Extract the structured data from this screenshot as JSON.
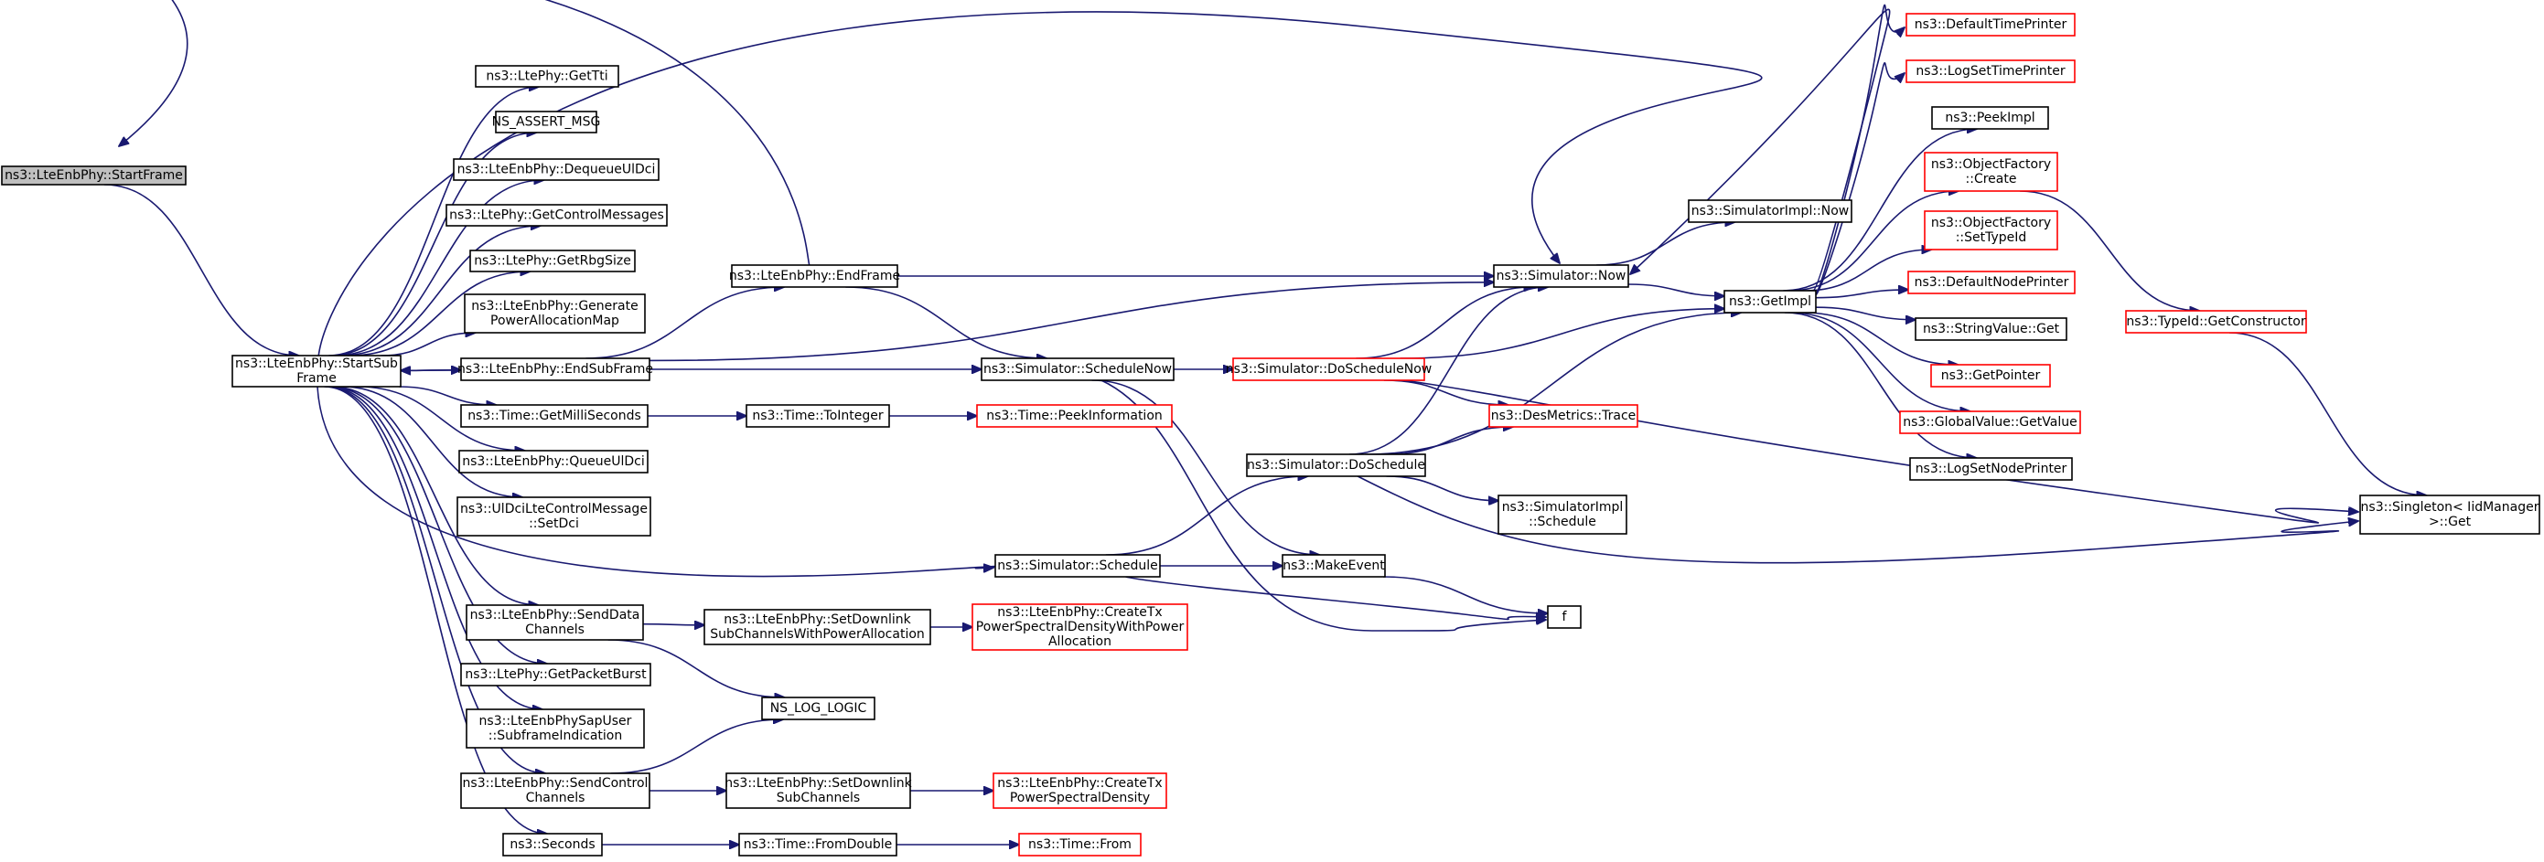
{
  "colors": {
    "edge": "#191970",
    "node_border": "#000000",
    "external_border": "#ff0000",
    "root_fill": "#bfbfbf"
  },
  "nodes": [
    {
      "id": "start_frame",
      "lines": [
        "ns3::LteEnbPhy::StartFrame"
      ],
      "style": "root"
    },
    {
      "id": "start_sub_frame",
      "lines": [
        "ns3::LteEnbPhy::StartSub",
        "Frame"
      ],
      "style": "normal"
    },
    {
      "id": "get_tti",
      "lines": [
        "ns3::LtePhy::GetTti"
      ],
      "style": "normal"
    },
    {
      "id": "ns_assert_msg",
      "lines": [
        "NS_ASSERT_MSG"
      ],
      "style": "normal"
    },
    {
      "id": "dequeue_ul_dci",
      "lines": [
        "ns3::LteEnbPhy::DequeueUlDci"
      ],
      "style": "normal"
    },
    {
      "id": "get_control_messages",
      "lines": [
        "ns3::LtePhy::GetControlMessages"
      ],
      "style": "normal"
    },
    {
      "id": "get_rbg_size",
      "lines": [
        "ns3::LtePhy::GetRbgSize"
      ],
      "style": "normal"
    },
    {
      "id": "generate_power_map",
      "lines": [
        "ns3::LteEnbPhy::Generate",
        "PowerAllocationMap"
      ],
      "style": "normal"
    },
    {
      "id": "end_sub_frame",
      "lines": [
        "ns3::LteEnbPhy::EndSubFrame"
      ],
      "style": "normal"
    },
    {
      "id": "get_milli_seconds",
      "lines": [
        "ns3::Time::GetMilliSeconds"
      ],
      "style": "normal"
    },
    {
      "id": "queue_ul_dci",
      "lines": [
        "ns3::LteEnbPhy::QueueUlDci"
      ],
      "style": "normal"
    },
    {
      "id": "set_dci",
      "lines": [
        "ns3::UlDciLteControlMessage",
        "::SetDci"
      ],
      "style": "normal"
    },
    {
      "id": "send_data_channels",
      "lines": [
        "ns3::LteEnbPhy::SendData",
        "Channels"
      ],
      "style": "normal"
    },
    {
      "id": "get_packet_burst",
      "lines": [
        "ns3::LtePhy::GetPacketBurst"
      ],
      "style": "normal"
    },
    {
      "id": "subframe_indication",
      "lines": [
        "ns3::LteEnbPhySapUser",
        "::SubframeIndication"
      ],
      "style": "normal"
    },
    {
      "id": "send_control_channels",
      "lines": [
        "ns3::LteEnbPhy::SendControl",
        "Channels"
      ],
      "style": "normal"
    },
    {
      "id": "seconds",
      "lines": [
        "ns3::Seconds"
      ],
      "style": "normal"
    },
    {
      "id": "end_frame",
      "lines": [
        "ns3::LteEnbPhy::EndFrame"
      ],
      "style": "normal"
    },
    {
      "id": "to_integer",
      "lines": [
        "ns3::Time::ToInteger"
      ],
      "style": "normal"
    },
    {
      "id": "set_downlink_power",
      "lines": [
        "ns3::LteEnbPhy::SetDownlink",
        "SubChannelsWithPowerAllocation"
      ],
      "style": "normal"
    },
    {
      "id": "ns_log_logic",
      "lines": [
        "NS_LOG_LOGIC"
      ],
      "style": "normal"
    },
    {
      "id": "set_downlink",
      "lines": [
        "ns3::LteEnbPhy::SetDownlink",
        "SubChannels"
      ],
      "style": "normal"
    },
    {
      "id": "from_double",
      "lines": [
        "ns3::Time::FromDouble"
      ],
      "style": "normal"
    },
    {
      "id": "schedule_now",
      "lines": [
        "ns3::Simulator::ScheduleNow"
      ],
      "style": "normal"
    },
    {
      "id": "schedule",
      "lines": [
        "ns3::Simulator::Schedule"
      ],
      "style": "normal"
    },
    {
      "id": "peek_information",
      "lines": [
        "ns3::Time::PeekInformation"
      ],
      "style": "external"
    },
    {
      "id": "create_tx_psd_power",
      "lines": [
        "ns3::LteEnbPhy::CreateTx",
        "PowerSpectralDensityWithPower",
        "Allocation"
      ],
      "style": "external"
    },
    {
      "id": "create_tx_psd",
      "lines": [
        "ns3::LteEnbPhy::CreateTx",
        "PowerSpectralDensity"
      ],
      "style": "external"
    },
    {
      "id": "time_from",
      "lines": [
        "ns3::Time::From"
      ],
      "style": "external"
    },
    {
      "id": "do_schedule_now",
      "lines": [
        "ns3::Simulator::DoScheduleNow"
      ],
      "style": "external"
    },
    {
      "id": "do_schedule",
      "lines": [
        "ns3::Simulator::DoSchedule"
      ],
      "style": "normal"
    },
    {
      "id": "make_event",
      "lines": [
        "ns3::MakeEvent"
      ],
      "style": "normal"
    },
    {
      "id": "simulator_now",
      "lines": [
        "ns3::Simulator::Now"
      ],
      "style": "normal"
    },
    {
      "id": "des_metrics_trace",
      "lines": [
        "ns3::DesMetrics::Trace"
      ],
      "style": "external"
    },
    {
      "id": "impl_schedule",
      "lines": [
        "ns3::SimulatorImpl",
        "::Schedule"
      ],
      "style": "normal"
    },
    {
      "id": "f",
      "lines": [
        "f"
      ],
      "style": "normal"
    },
    {
      "id": "impl_now",
      "lines": [
        "ns3::SimulatorImpl::Now"
      ],
      "style": "normal"
    },
    {
      "id": "get_impl",
      "lines": [
        "ns3::GetImpl"
      ],
      "style": "normal"
    },
    {
      "id": "default_time_printer",
      "lines": [
        "ns3::DefaultTimePrinter"
      ],
      "style": "external"
    },
    {
      "id": "log_set_time_printer",
      "lines": [
        "ns3::LogSetTimePrinter"
      ],
      "style": "external"
    },
    {
      "id": "peek_impl",
      "lines": [
        "ns3::PeekImpl"
      ],
      "style": "normal"
    },
    {
      "id": "object_factory_create",
      "lines": [
        "ns3::ObjectFactory",
        "::Create"
      ],
      "style": "external"
    },
    {
      "id": "object_factory_set_type_id",
      "lines": [
        "ns3::ObjectFactory",
        "::SetTypeId"
      ],
      "style": "external"
    },
    {
      "id": "default_node_printer",
      "lines": [
        "ns3::DefaultNodePrinter"
      ],
      "style": "external"
    },
    {
      "id": "string_value_get",
      "lines": [
        "ns3::StringValue::Get"
      ],
      "style": "normal"
    },
    {
      "id": "get_pointer",
      "lines": [
        "ns3::GetPointer"
      ],
      "style": "external"
    },
    {
      "id": "global_value_get_value",
      "lines": [
        "ns3::GlobalValue::GetValue"
      ],
      "style": "external"
    },
    {
      "id": "log_set_node_printer",
      "lines": [
        "ns3::LogSetNodePrinter"
      ],
      "style": "normal"
    },
    {
      "id": "get_constructor",
      "lines": [
        "ns3::TypeId::GetConstructor"
      ],
      "style": "external"
    },
    {
      "id": "singleton_get",
      "lines": [
        "ns3::Singleton< IidManager",
        ">::Get"
      ],
      "style": "normal"
    }
  ],
  "edges": [
    [
      "start_frame",
      "start_sub_frame"
    ],
    [
      "start_sub_frame",
      "get_tti"
    ],
    [
      "start_sub_frame",
      "ns_assert_msg"
    ],
    [
      "start_sub_frame",
      "dequeue_ul_dci"
    ],
    [
      "start_sub_frame",
      "get_control_messages"
    ],
    [
      "start_sub_frame",
      "get_rbg_size"
    ],
    [
      "start_sub_frame",
      "generate_power_map"
    ],
    [
      "start_sub_frame",
      "end_sub_frame"
    ],
    [
      "start_sub_frame",
      "get_milli_seconds"
    ],
    [
      "start_sub_frame",
      "queue_ul_dci"
    ],
    [
      "start_sub_frame",
      "set_dci"
    ],
    [
      "start_sub_frame",
      "send_data_channels"
    ],
    [
      "start_sub_frame",
      "get_packet_burst"
    ],
    [
      "start_sub_frame",
      "subframe_indication"
    ],
    [
      "start_sub_frame",
      "send_control_channels"
    ],
    [
      "start_sub_frame",
      "seconds"
    ],
    [
      "start_sub_frame",
      "schedule"
    ],
    [
      "start_sub_frame",
      "simulator_now"
    ],
    [
      "end_sub_frame",
      "start_sub_frame"
    ],
    [
      "end_sub_frame",
      "end_frame"
    ],
    [
      "end_sub_frame",
      "schedule_now"
    ],
    [
      "end_sub_frame",
      "simulator_now"
    ],
    [
      "end_frame",
      "start_frame"
    ],
    [
      "end_frame",
      "simulator_now"
    ],
    [
      "end_frame",
      "schedule_now"
    ],
    [
      "get_milli_seconds",
      "to_integer"
    ],
    [
      "to_integer",
      "peek_information"
    ],
    [
      "send_data_channels",
      "set_downlink_power"
    ],
    [
      "send_data_channels",
      "ns_log_logic"
    ],
    [
      "set_downlink_power",
      "create_tx_psd_power"
    ],
    [
      "send_control_channels",
      "ns_log_logic"
    ],
    [
      "send_control_channels",
      "set_downlink"
    ],
    [
      "set_downlink",
      "create_tx_psd"
    ],
    [
      "seconds",
      "from_double"
    ],
    [
      "from_double",
      "time_from"
    ],
    [
      "schedule_now",
      "do_schedule_now"
    ],
    [
      "schedule_now",
      "make_event"
    ],
    [
      "schedule_now",
      "f"
    ],
    [
      "schedule",
      "do_schedule"
    ],
    [
      "schedule",
      "make_event"
    ],
    [
      "schedule",
      "f"
    ],
    [
      "make_event",
      "f"
    ],
    [
      "do_schedule_now",
      "simulator_now"
    ],
    [
      "do_schedule_now",
      "get_impl"
    ],
    [
      "do_schedule_now",
      "des_metrics_trace"
    ],
    [
      "do_schedule_now",
      "singleton_get"
    ],
    [
      "do_schedule",
      "simulator_now"
    ],
    [
      "do_schedule",
      "get_impl"
    ],
    [
      "do_schedule",
      "des_metrics_trace"
    ],
    [
      "do_schedule",
      "impl_schedule"
    ],
    [
      "do_schedule",
      "singleton_get"
    ],
    [
      "simulator_now",
      "impl_now"
    ],
    [
      "simulator_now",
      "get_impl"
    ],
    [
      "get_impl",
      "simulator_now"
    ],
    [
      "get_impl",
      "default_time_printer"
    ],
    [
      "get_impl",
      "log_set_time_printer"
    ],
    [
      "get_impl",
      "peek_impl"
    ],
    [
      "get_impl",
      "object_factory_create"
    ],
    [
      "get_impl",
      "object_factory_set_type_id"
    ],
    [
      "get_impl",
      "default_node_printer"
    ],
    [
      "get_impl",
      "string_value_get"
    ],
    [
      "get_impl",
      "get_pointer"
    ],
    [
      "get_impl",
      "global_value_get_value"
    ],
    [
      "get_impl",
      "log_set_node_printer"
    ],
    [
      "object_factory_create",
      "get_constructor"
    ],
    [
      "get_constructor",
      "singleton_get"
    ]
  ]
}
